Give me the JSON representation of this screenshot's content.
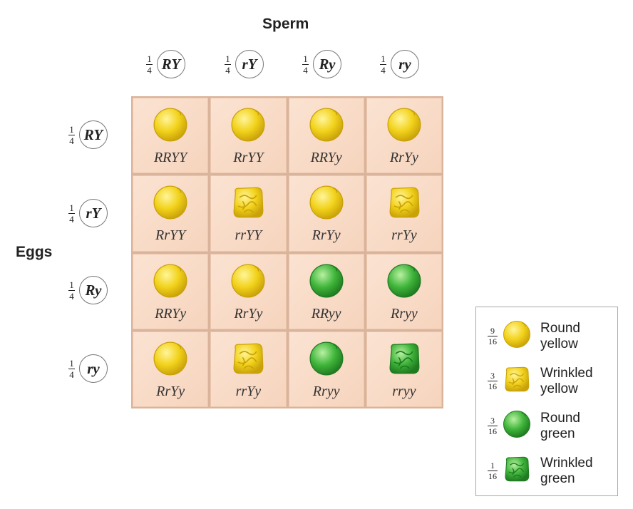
{
  "titles": {
    "sperm": "Sperm",
    "eggs": "Eggs"
  },
  "sperm": [
    {
      "num": "1",
      "den": "4",
      "allele": "RY"
    },
    {
      "num": "1",
      "den": "4",
      "allele": "rY"
    },
    {
      "num": "1",
      "den": "4",
      "allele": "Ry"
    },
    {
      "num": "1",
      "den": "4",
      "allele": "ry"
    }
  ],
  "eggs": [
    {
      "num": "1",
      "den": "4",
      "allele": "RY"
    },
    {
      "num": "1",
      "den": "4",
      "allele": "rY"
    },
    {
      "num": "1",
      "den": "4",
      "allele": "Ry"
    },
    {
      "num": "1",
      "den": "4",
      "allele": "ry"
    }
  ],
  "cells": [
    [
      {
        "genotype": "RRYY",
        "pea": "round-yellow"
      },
      {
        "genotype": "RrYY",
        "pea": "round-yellow"
      },
      {
        "genotype": "RRYy",
        "pea": "round-yellow"
      },
      {
        "genotype": "RrYy",
        "pea": "round-yellow"
      }
    ],
    [
      {
        "genotype": "RrYY",
        "pea": "round-yellow"
      },
      {
        "genotype": "rrYY",
        "pea": "wrinkled-yellow"
      },
      {
        "genotype": "RrYy",
        "pea": "round-yellow"
      },
      {
        "genotype": "rrYy",
        "pea": "wrinkled-yellow"
      }
    ],
    [
      {
        "genotype": "RRYy",
        "pea": "round-yellow"
      },
      {
        "genotype": "RrYy",
        "pea": "round-yellow"
      },
      {
        "genotype": "RRyy",
        "pea": "round-green"
      },
      {
        "genotype": "Rryy",
        "pea": "round-green"
      }
    ],
    [
      {
        "genotype": "RrYy",
        "pea": "round-yellow"
      },
      {
        "genotype": "rrYy",
        "pea": "wrinkled-yellow"
      },
      {
        "genotype": "Rryy",
        "pea": "round-green"
      },
      {
        "genotype": "rryy",
        "pea": "wrinkled-green"
      }
    ]
  ],
  "legend": [
    {
      "num": "9",
      "den": "16",
      "pea": "round-yellow",
      "line1": "Round",
      "line2": "yellow"
    },
    {
      "num": "3",
      "den": "16",
      "pea": "wrinkled-yellow",
      "line1": "Wrinkled",
      "line2": "yellow"
    },
    {
      "num": "3",
      "den": "16",
      "pea": "round-green",
      "line1": "Round",
      "line2": "green"
    },
    {
      "num": "1",
      "den": "16",
      "pea": "wrinkled-green",
      "line1": "Wrinkled",
      "line2": "green"
    }
  ],
  "colors": {
    "yellow": "#f2d21b",
    "yellow_dark": "#c9a20a",
    "green": "#3fb53a",
    "green_dark": "#1f7a20",
    "cell": "#f8dac6",
    "cell_border": "#d9b49c"
  }
}
